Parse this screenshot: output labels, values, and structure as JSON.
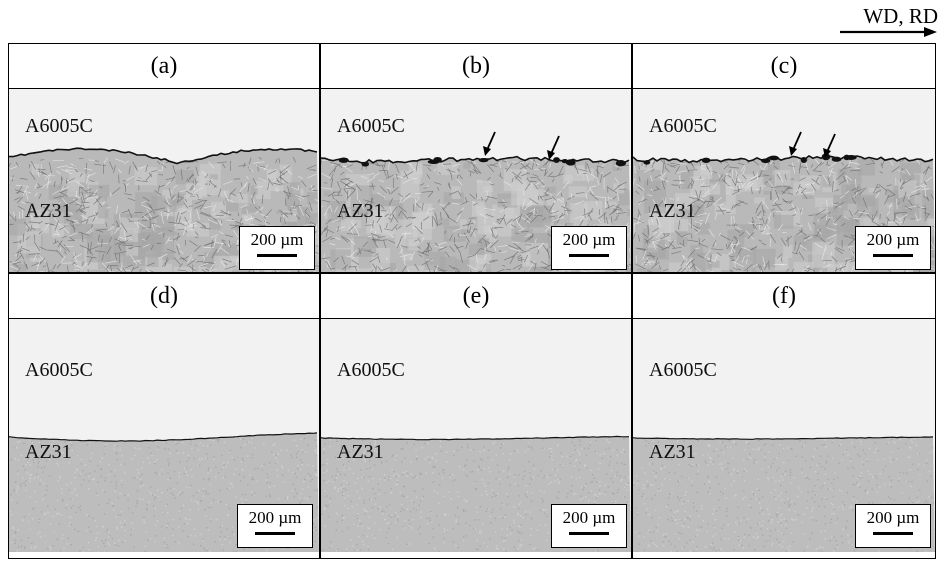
{
  "direction": {
    "label": "WD, RD"
  },
  "panels": [
    {
      "label": "(a)",
      "top_material": "A6005C",
      "bottom_material": "AZ31",
      "scale": "200 µm"
    },
    {
      "label": "(b)",
      "top_material": "A6005C",
      "bottom_material": "AZ31",
      "scale": "200 µm"
    },
    {
      "label": "(c)",
      "top_material": "A6005C",
      "bottom_material": "AZ31",
      "scale": "200 µm"
    },
    {
      "label": "(d)",
      "top_material": "A6005C",
      "bottom_material": "AZ31",
      "scale": "200 µm"
    },
    {
      "label": "(e)",
      "top_material": "A6005C",
      "bottom_material": "AZ31",
      "scale": "200 µm"
    },
    {
      "label": "(f)",
      "top_material": "A6005C",
      "bottom_material": "AZ31",
      "scale": "200 µm"
    }
  ],
  "colors": {
    "aluminium": "#f2f2f2",
    "magnesium_etched": "#b9b9b9",
    "magnesium_plain": "#bdbdbd",
    "interface": "#111111"
  }
}
